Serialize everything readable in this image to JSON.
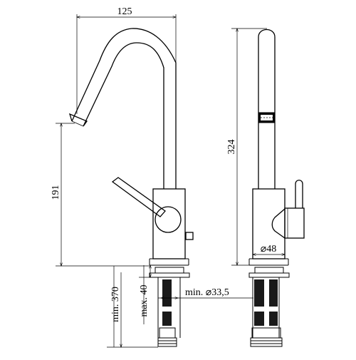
{
  "dimensions": {
    "spout_reach": "125",
    "spout_height": "191",
    "total_height": "324",
    "base_diameter": "⌀48",
    "min_overall_length": "min. 370",
    "max_countertop_thickness": "max. 40",
    "min_hole_diameter": "min. ⌀33,5"
  }
}
